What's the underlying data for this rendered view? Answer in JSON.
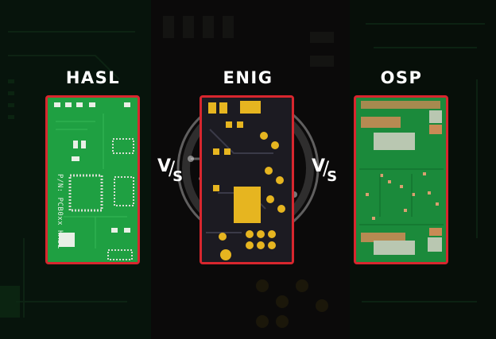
{
  "finishes": [
    {
      "label": "HASL"
    },
    {
      "label": "ENIG"
    },
    {
      "label": "OSP"
    }
  ],
  "versus": {
    "v": "V",
    "slash": "/",
    "s": "S"
  },
  "board_text": {
    "part_number": "P/N: PCB0xx HASL"
  },
  "colors": {
    "frame": "#d8262e",
    "hasl_board": "#1fa042",
    "enig_board": "#1c1b22",
    "enig_pad": "#e6b520",
    "osp_board": "#1b8a3b",
    "osp_pad": "#c98a55",
    "label_text": "#ffffff"
  }
}
